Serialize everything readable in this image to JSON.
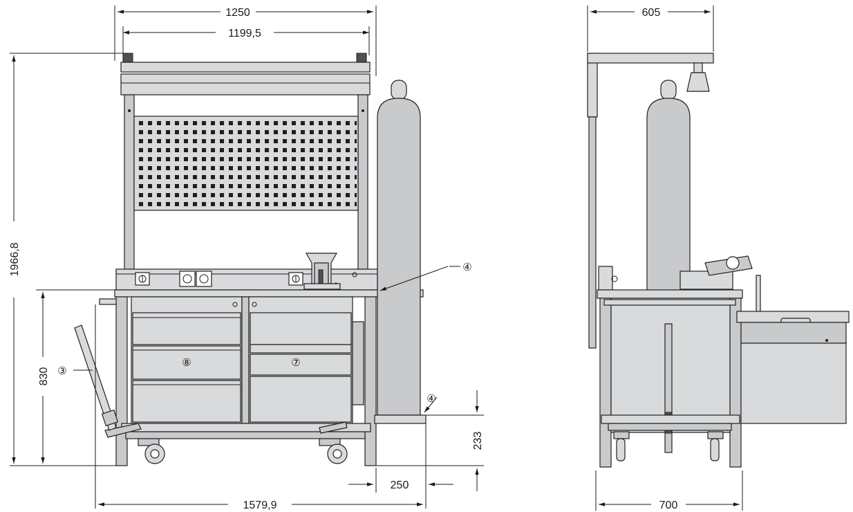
{
  "drawing": {
    "dimensions": {
      "top_outer_width": "1250",
      "top_inner_width": "1199,5",
      "total_height": "1966,8",
      "worktop_height": "830",
      "overall_width": "1579,9",
      "bottle_offset": "250",
      "bottle_base_height": "233",
      "side_depth_top": "605",
      "side_depth_bottom": "700"
    },
    "callouts": {
      "c3": "③",
      "c4a": "④",
      "c4b": "④",
      "c7": "⑦",
      "c8": "⑧"
    }
  }
}
